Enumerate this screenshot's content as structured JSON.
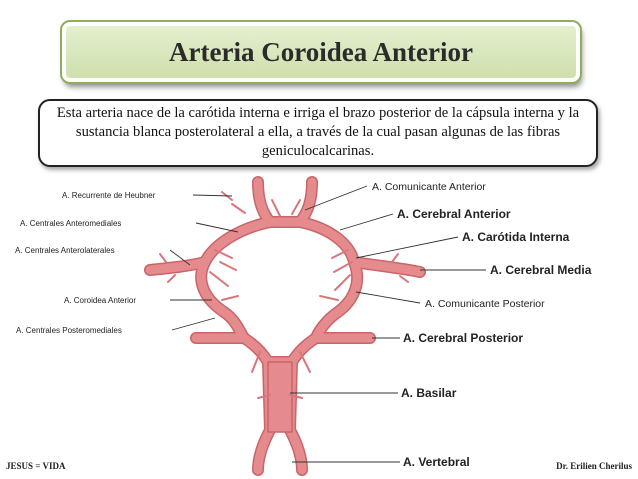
{
  "title": "Arteria Coroidea Anterior",
  "description": "Esta arteria nace de la carótida interna e irriga el brazo posterior de la cápsula interna y la sustancia blanca posterolateral a ella, a través de la cual pasan algunas de las fibras geniculocalcarinas.",
  "labels_left": {
    "recurrente": "A. Recurrente de Heubner",
    "anteromediales": "A. Centrales Anteromediales",
    "anterolaterales": "A. Centrales Anterolaterales",
    "coroidea": "A. Coroidea Anterior",
    "posteromediales": "A. Centrales Posteromediales"
  },
  "labels_right": {
    "comunicante_anterior": "A. Comunicante Anterior",
    "cerebral_anterior": "A. Cerebral Anterior",
    "carotida_interna": "A. Carótida Interna",
    "cerebral_media": "A. Cerebral Media",
    "comunicante_posterior": "A. Comunicante Posterior",
    "cerebral_posterior": "A. Cerebral Posterior",
    "basilar": "A. Basilar",
    "vertebral": "A. Vertebral"
  },
  "footer_left": "JESUS = VIDA",
  "footer_right": "Dr. Erilien Cherilus",
  "colors": {
    "artery": "#e58b8e",
    "artery_edge": "#c9646a",
    "title_bg": "#d6e6b8"
  }
}
